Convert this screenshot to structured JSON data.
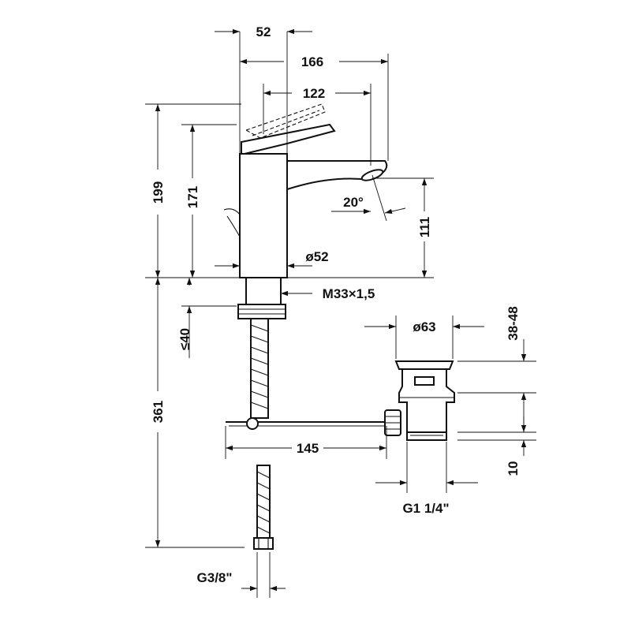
{
  "dimensions": {
    "top_width": "52",
    "overall_reach": "166",
    "lever_reach": "122",
    "overall_height": "199",
    "spout_height": "171",
    "spout_angle": "20°",
    "outlet_height": "111",
    "base_diameter": "ø52",
    "thread": "M33×1,5",
    "deck_thickness": "≤40",
    "hose_length": "361",
    "drain_diameter": "ø63",
    "drain_range": "38-48",
    "pull_rod_length": "145",
    "drain_thread_height": "10",
    "drain_thread": "G1 1/4\"",
    "hose_connection": "G3/8\""
  }
}
